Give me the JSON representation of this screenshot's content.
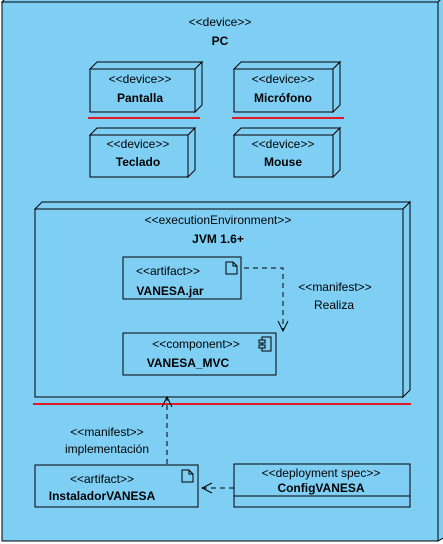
{
  "colors": {
    "fill": "#7fcff5",
    "line": "#000000",
    "red": "#e01b24"
  },
  "pc": {
    "stereotype": "<<device>>",
    "name": "PC"
  },
  "devices": [
    {
      "stereotype": "<<device>>",
      "name": "Pantalla",
      "underline": true
    },
    {
      "stereotype": "<<device>>",
      "name": "Micrófono",
      "underline": true
    },
    {
      "stereotype": "<<device>>",
      "name": "Teclado",
      "underline": false
    },
    {
      "stereotype": "<<device>>",
      "name": "Mouse",
      "underline": false
    }
  ],
  "jvm": {
    "stereotype": "<<executionEnvironment>>",
    "name": "JVM 1.6+"
  },
  "artifact_jar": {
    "stereotype": "<<artifact>>",
    "name": "VANESA.jar"
  },
  "component": {
    "stereotype": "<<component>>",
    "name": "VANESA_MVC"
  },
  "manifest_realiza": {
    "stereotype": "<<manifest>>",
    "name": "Realiza"
  },
  "manifest_impl": {
    "stereotype": "<<manifest>>",
    "name": "implementación"
  },
  "installer": {
    "stereotype": "<<artifact>>",
    "name": "InstaladorVANESA"
  },
  "config": {
    "stereotype": "<<deployment spec>>",
    "name": "ConfigVANESA"
  },
  "icons": {
    "artifact": "document-icon",
    "component": "component-icon"
  }
}
